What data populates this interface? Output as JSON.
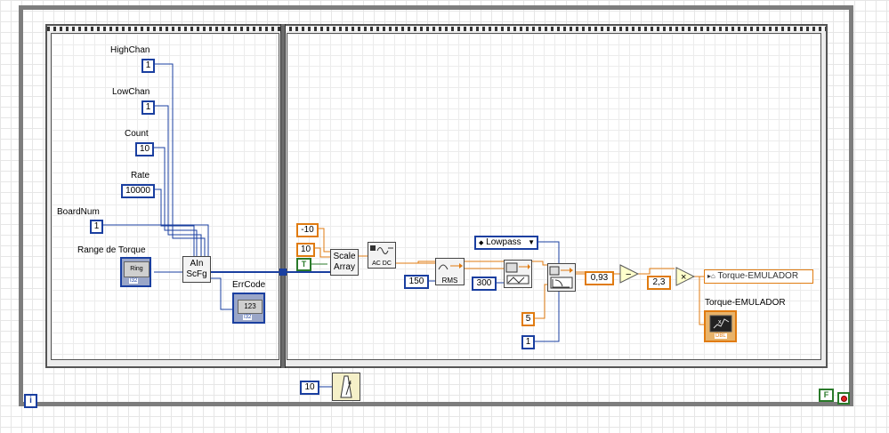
{
  "labels": {
    "highchan": "HighChan",
    "lowchan": "LowChan",
    "count": "Count",
    "rate": "Rate",
    "boardnum": "BoardNum",
    "range_torque": "Range de Torque",
    "errcode": "ErrCode",
    "torque_emulador": "Torque-EMULADOR"
  },
  "constants": {
    "highchan": "1",
    "lowchan": "1",
    "count": "10",
    "rate": "10000",
    "boardnum": "1",
    "scale_min": "-10",
    "scale_max": "10",
    "rms_const": "150",
    "filter_const": "300",
    "order": "5",
    "type_val": "1",
    "subtract": "0,93",
    "multiply": "2,3",
    "wait": "10"
  },
  "nodes": {
    "ain_line1": "AIn",
    "ain_line2": "ScFg",
    "scale_line1": "Scale",
    "scale_line2": "Array",
    "acdc": "AC DC",
    "rms": "RMS",
    "ring_text": "Ring",
    "ring_type": "I32",
    "errcode_text": "123",
    "errcode_type": "I32",
    "chart_type": "DBL",
    "bool_true": "T",
    "loop_stop_false": "F",
    "iteration": "i",
    "minus": "−",
    "times": "×"
  },
  "lowpass": {
    "value": "Lowpass",
    "arrows": "◆",
    "dropdown": "▼"
  },
  "local_var": {
    "text": "Torque-EMULADOR",
    "icon": "house-icon"
  },
  "colors": {
    "numeric_wire": "#e07b10",
    "integer_wire": "#1a3fa0",
    "boolean_wire": "#2a7a2a",
    "loop_border": "#7d7d7d",
    "stop_button": "#e02020"
  }
}
